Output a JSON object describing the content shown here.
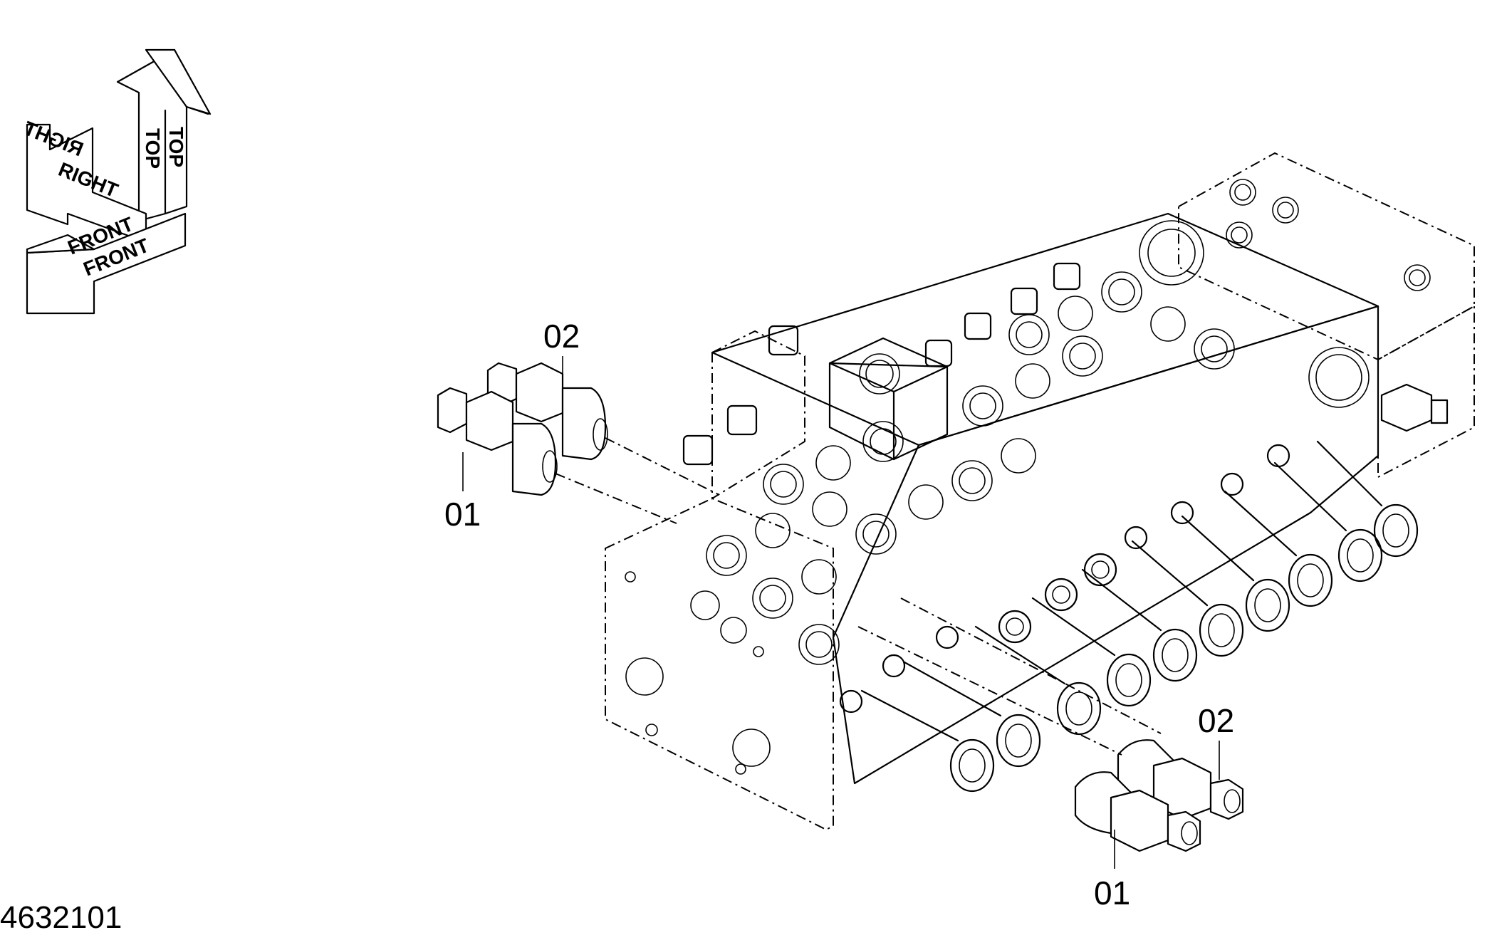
{
  "figure_number": "4632101",
  "orientation": {
    "top": "TOP",
    "right": "RIGHT",
    "front": "FRONT"
  },
  "callouts": {
    "left_01": "01",
    "left_02": "02",
    "right_01": "01",
    "right_02": "02"
  }
}
